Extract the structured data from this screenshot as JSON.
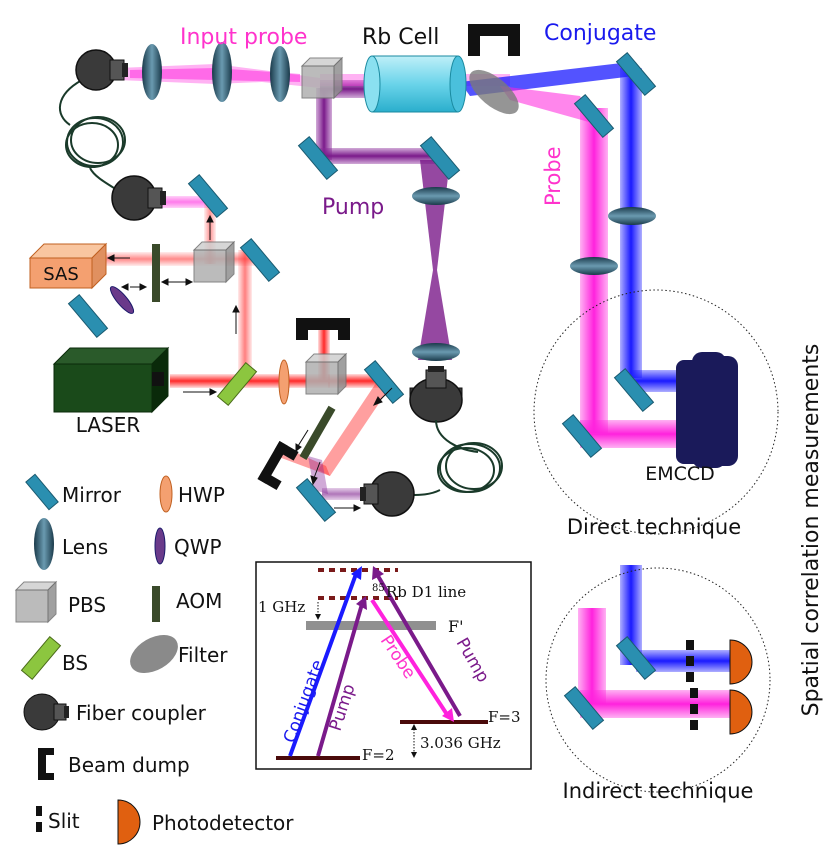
{
  "labels": {
    "input_probe": "Input probe",
    "rb_cell": "Rb Cell",
    "conjugate": "Conjugate",
    "probe": "Probe",
    "pump": "Pump",
    "sas": "SAS",
    "laser": "LASER",
    "emccd": "EMCCD",
    "direct_technique": "Direct technique",
    "indirect_technique": "Indirect technique",
    "spatial_correlation": "Spatial correlation measurements"
  },
  "legend": {
    "mirror": "Mirror",
    "hwp": "HWP",
    "lens": "Lens",
    "qwp": "QWP",
    "pbs": "PBS",
    "aom": "AOM",
    "bs": "BS",
    "filter": "Filter",
    "fiber_coupler": "Fiber coupler",
    "beam_dump": "Beam dump",
    "slit": "Slit",
    "photodetector": "Photodetector"
  },
  "energy_diagram": {
    "line_label_sup": "85",
    "line_label": "Rb D1 line",
    "detuning": "1 GHz",
    "f_prime": "F'",
    "f3": "F=3",
    "f2": "F=2",
    "hyperfine": "3.036 GHz",
    "conjugate": "Conjugate",
    "pump_left": "Pump",
    "probe": "Probe",
    "pump_right": "Pump"
  },
  "colors": {
    "probe": "#ff22dd",
    "conjugate": "#1a1aff",
    "pump": "#7a1a8a",
    "laser": "#ff2222",
    "mirror": "#2a8fb0",
    "lens": "#3a6a80",
    "text_magenta": "#ff33cc",
    "text_blue": "#1a1aee",
    "text_purple": "#7a1a8a",
    "emccd": "#1a1a5a",
    "photodetector": "#e06010",
    "sas": "#f4a070",
    "laser_body": "#1a4a1a"
  }
}
